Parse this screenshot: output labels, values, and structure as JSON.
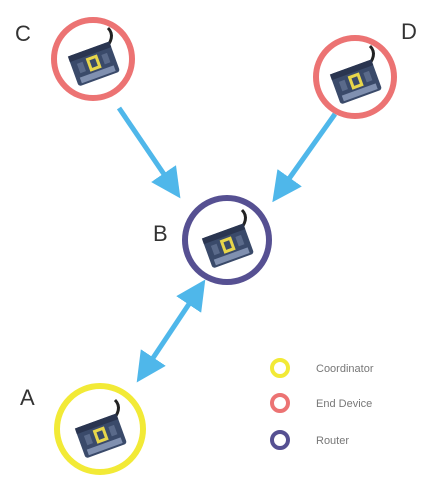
{
  "colors": {
    "coordinator": "#f2ea36",
    "end_device": "#ec7373",
    "router": "#565092",
    "arrow": "#4fb7ea",
    "module_body": "#3a4a6a",
    "module_chip": "#e8d64a"
  },
  "nodes": {
    "a": {
      "label": "A",
      "role": "coordinator"
    },
    "b": {
      "label": "B",
      "role": "router"
    },
    "c": {
      "label": "C",
      "role": "end_device"
    },
    "d": {
      "label": "D",
      "role": "end_device"
    }
  },
  "legend": {
    "coordinator": "Coordinator",
    "end_device": "End Device",
    "router": "Router"
  },
  "links": [
    {
      "from": "C",
      "to": "B",
      "direction": "one-way"
    },
    {
      "from": "D",
      "to": "B",
      "direction": "one-way"
    },
    {
      "from": "A",
      "to": "B",
      "direction": "two-way"
    }
  ],
  "icons": {
    "device": "xbee-module-icon"
  }
}
